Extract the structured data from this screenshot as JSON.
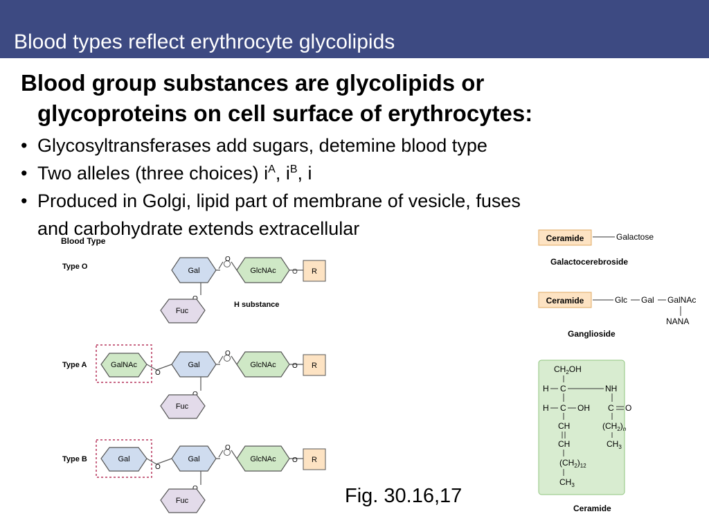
{
  "slide": {
    "title": "Blood types reflect erythrocyte glycolipids",
    "heading_line1": "Blood group substances are glycolipids or",
    "heading_line2": "glycoproteins on cell surface of erythrocytes:",
    "bullet_symbol": "•",
    "bullet1": "Glycosyltransferases add sugars, detemine blood type",
    "bullet2_text": "Two alleles (three choices) i",
    "bullet2_sup_a": "A",
    "bullet2_sep1": ", i",
    "bullet2_sup_b": "B",
    "bullet2_sep2": ", i",
    "bullet3_line1": "Produced in Golgi, lipid part of membrane of vesicle, fuses",
    "bullet3_line2": "and carbohydrate extends extracellular",
    "caption": "Fig. 30.16,17"
  },
  "left_figure": {
    "header": "Blood Type",
    "type_o": "Type O",
    "type_a": "Type A",
    "type_b": "Type B",
    "h_substance": "H substance",
    "gal": "Gal",
    "glcnac": "GlcNAc",
    "galnac": "GalNAc",
    "fuc": "Fuc",
    "r": "R",
    "o": "O"
  },
  "right_figure": {
    "ceramide": "Ceramide",
    "galactose": "Galactose",
    "galactocerebroside": "Galactocerebroside",
    "glc": "Glc",
    "gal": "Gal",
    "galnac": "GalNAc",
    "nana": "NANA",
    "ganglioside": "Ganglioside",
    "ch2oh": "CH",
    "ch2oh_sub": "2",
    "ch2oh_tail": "OH",
    "h": "H",
    "c": "C",
    "nh": "NH",
    "oh": "OH",
    "o": "O",
    "ch": "CH",
    "ch2n": "(CH",
    "ch2n_sub": "2",
    "ch2n_close": ")",
    "ch2n_n": "n",
    "ch3": "CH",
    "ch3_sub": "3",
    "ch2_12": "(CH",
    "ch2_12_sub": "2",
    "ch2_12_close": ")",
    "ch2_12_n": "12",
    "ceramide_label": "Ceramide"
  },
  "colors": {
    "title_bar": "#3d4a82",
    "gal_fill": "#cfdcef",
    "glcnac_fill": "#cfe8c6",
    "galnac_fill": "#cfe8c6",
    "fuc_fill": "#e3dbea",
    "r_fill": "#fde3c3",
    "ceramide_fill": "#fde3c3",
    "ceramide_box": "#d8ecd0",
    "dashed_box": "#b5335a"
  }
}
